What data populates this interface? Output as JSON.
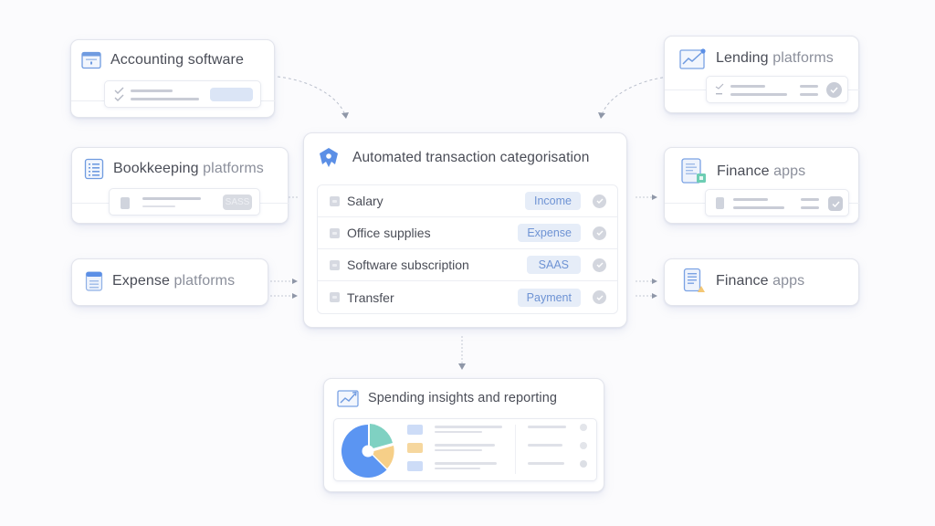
{
  "diagram": {
    "title": "Automated transaction categorisation",
    "colors": {
      "accent": "#5b8fe6",
      "chip_bg": "#e6edf8",
      "chip_text": "#6e93d4",
      "background": "#fbfbfd",
      "pie_blue": "#5b95f2",
      "pie_teal": "#7fd1c2",
      "pie_yellow": "#f6cf88"
    }
  },
  "sources_left": [
    {
      "title_main": "Accounting",
      "title_light": " software",
      "icon": "calendar-window-icon"
    },
    {
      "title_main": "Bookkeeping",
      "title_light": " platforms",
      "icon": "ledger-icon",
      "chip": "SASS"
    },
    {
      "title_main": "Expense",
      "title_light": " platforms",
      "icon": "receipt-calendar-icon"
    }
  ],
  "sources_right": [
    {
      "title_main": "Lending",
      "title_light": " platforms",
      "icon": "line-chart-icon"
    },
    {
      "title_main": "Finance",
      "title_light": " apps",
      "icon": "tablet-badge-icon"
    },
    {
      "title_main": "Finance",
      "title_light": " apps",
      "icon": "tablet-warning-icon"
    }
  ],
  "categorisation": {
    "header": "Automated transaction categorisation",
    "icon": "tag-badge-icon",
    "transactions": [
      {
        "label": "Salary",
        "category": "Income",
        "status": "checked"
      },
      {
        "label": "Office supplies",
        "category": "Expense",
        "status": "checked"
      },
      {
        "label": "Software subscription",
        "category": "SAAS",
        "status": "checked"
      },
      {
        "label": "Transfer",
        "category": "Payment",
        "status": "checked"
      }
    ]
  },
  "output": {
    "title": "Spending insights and reporting",
    "icon": "trend-chart-icon",
    "pie": [
      {
        "name": "blue",
        "share": 0.62,
        "color": "#5b95f2"
      },
      {
        "name": "teal",
        "share": 0.2,
        "color": "#7fd1c2"
      },
      {
        "name": "yellow",
        "share": 0.18,
        "color": "#f6cf88"
      }
    ],
    "legend_swatches": [
      "#cddcf7",
      "#f6d79e",
      "#cddcf7"
    ]
  }
}
